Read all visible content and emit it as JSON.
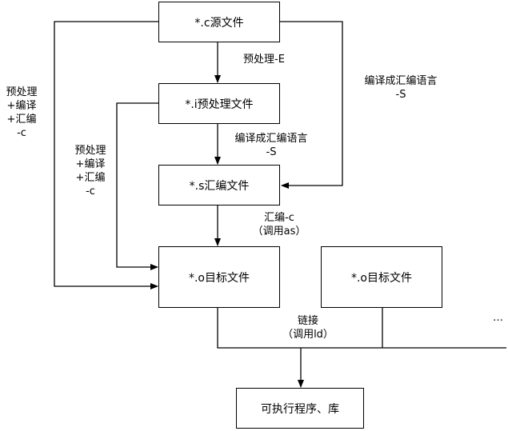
{
  "boxes": {
    "c_source": "*.c源文件",
    "i_preprocessed": "*.i预处理文件",
    "s_assembly": "*.s汇编文件",
    "o_object_1": "*.o目标文件",
    "o_object_2": "*.o目标文件",
    "executable": "可执行程序、库"
  },
  "labels": {
    "preprocess_e": "预处理-E",
    "compile_s_top": [
      "编译成汇编语言",
      "-S"
    ],
    "compile_s_mid": [
      "编译成汇编语言",
      "-S"
    ],
    "left_outer": [
      "预处理",
      "+编译",
      "+汇编",
      "-c"
    ],
    "left_inner": [
      "预处理",
      "+编译",
      "+汇编",
      "-c"
    ],
    "assemble": [
      "汇编-c",
      "（调用as）"
    ],
    "link": [
      "链接",
      "（调用ld）"
    ],
    "ellipsis": "…"
  },
  "colors": {
    "line": "#000000",
    "background": "#ffffff"
  }
}
